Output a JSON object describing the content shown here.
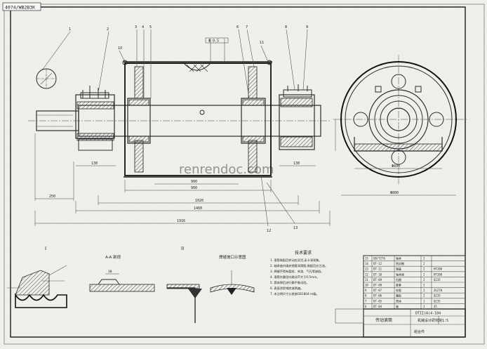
{
  "drawing": {
    "corner_code": "4074/WB2B3K",
    "watermark": "renrendoc.com",
    "dims": {
      "bottom_span": "1916",
      "mid_span": "1460",
      "inner_span": "1020",
      "inner_span2": "900",
      "left_shaft": "250",
      "left_seg": "130",
      "right_seg": "130",
      "shell_len": "900",
      "side_dia": "Φ600",
      "side_dia2": "Φ800"
    },
    "section_labels": {
      "detail_one": "I",
      "detail_two": "II",
      "section_aa": "A-A 剖视",
      "weld_title": "焊缝坡口示意图"
    },
    "notes": {
      "title": "技术要求",
      "lines": [
        "1. 滚筒装配后转动应灵活,无卡滞现象。",
        "2. 轴承座内填充锂基润滑脂,装配后应注油。",
        "3. 焊缝不得有裂纹、夹渣、气孔等缺陷。",
        "4. 滚筒外圆径向跳动不大于0.5mm。",
        "5. 筒体焊后进行静平衡试验。",
        "6. 表面涂防锈底漆两遍。",
        "7. 未注明尺寸公差按GB1804-m级。"
      ]
    },
    "title_block": {
      "drawing_no": "DTII(A)4-104",
      "name": "传动滚筒",
      "scale": "1:5",
      "material": "组合件",
      "company": "机械设计研究院"
    },
    "parts_table": {
      "rows": [
        [
          "15",
          "GB/T276",
          "轴承",
          "2",
          ""
        ],
        [
          "14",
          "DT-12",
          "密封圈",
          "2",
          ""
        ],
        [
          "13",
          "DT-11",
          "端盖",
          "2",
          "HT200"
        ],
        [
          "12",
          "DT-10",
          "轴承座",
          "2",
          "HT200"
        ],
        [
          "11",
          "DT-09",
          "挡圈",
          "2",
          "Q235"
        ],
        [
          "10",
          "DT-08",
          "胀套",
          "2",
          ""
        ],
        [
          "9",
          "DT-07",
          "轮毂",
          "2",
          "ZG270"
        ],
        [
          "8",
          "DT-06",
          "腹板",
          "2",
          "Q235"
        ],
        [
          "7",
          "DT-05",
          "筒体",
          "1",
          "Q235"
        ],
        [
          "6",
          "DT-04",
          "轴",
          "1",
          "45"
        ]
      ]
    }
  }
}
